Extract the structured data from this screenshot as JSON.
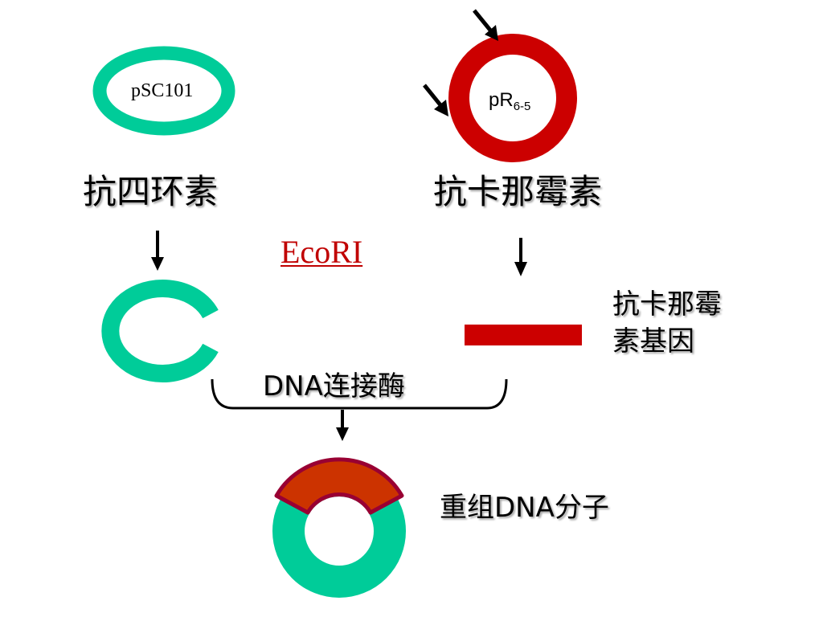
{
  "plasmid_a": {
    "name": "pSC101",
    "resistance": "抗四环素",
    "color": "#00cc99"
  },
  "plasmid_b": {
    "name_base": "pR",
    "name_sub": "6-5",
    "resistance": "抗卡那霉素",
    "color": "#cc0000"
  },
  "enzyme": {
    "name": "EcoRI",
    "color": "#c00000"
  },
  "fragment": {
    "label_line1": "抗卡那霉",
    "label_line2": "素基因",
    "color": "#cc0000"
  },
  "ligation": {
    "label": "DNA连接酶"
  },
  "product": {
    "label": "重组DNA分子",
    "insert_color": "#cc3300",
    "insert_edge_color": "#990033"
  }
}
